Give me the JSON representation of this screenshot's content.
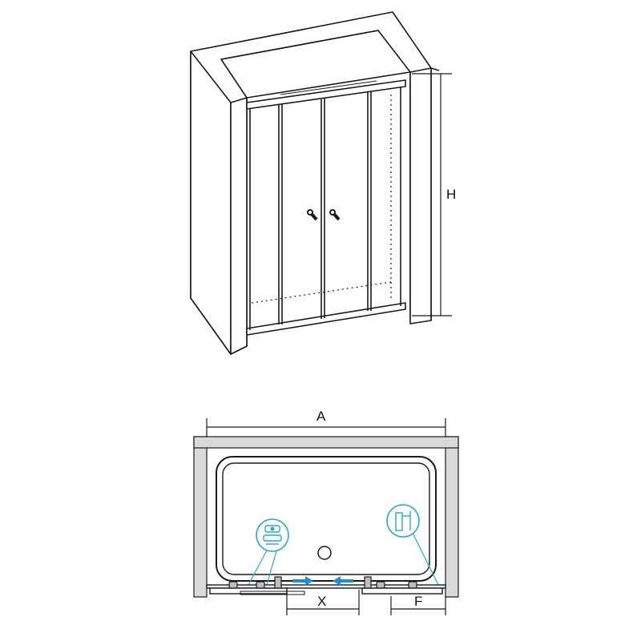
{
  "dimension_labels": {
    "height": "H",
    "width": "A",
    "opening": "X",
    "fixed_panel": "F"
  },
  "colors": {
    "line": "#1a1a1a",
    "wall_fill": "#d9d9d9",
    "wall_side": "#c7c7c7",
    "glass": "#ffffff",
    "accent_blue": "#2aa6c9",
    "arrow_blue": "#1f8fd0"
  },
  "icons": {
    "handle": "door-handle-icon",
    "callout_left": "roller-bracket-callout-icon",
    "callout_right": "wall-profile-callout-icon",
    "drain": "drain-icon",
    "arrow_right": "arrow-right-icon",
    "arrow_left": "arrow-left-icon"
  }
}
